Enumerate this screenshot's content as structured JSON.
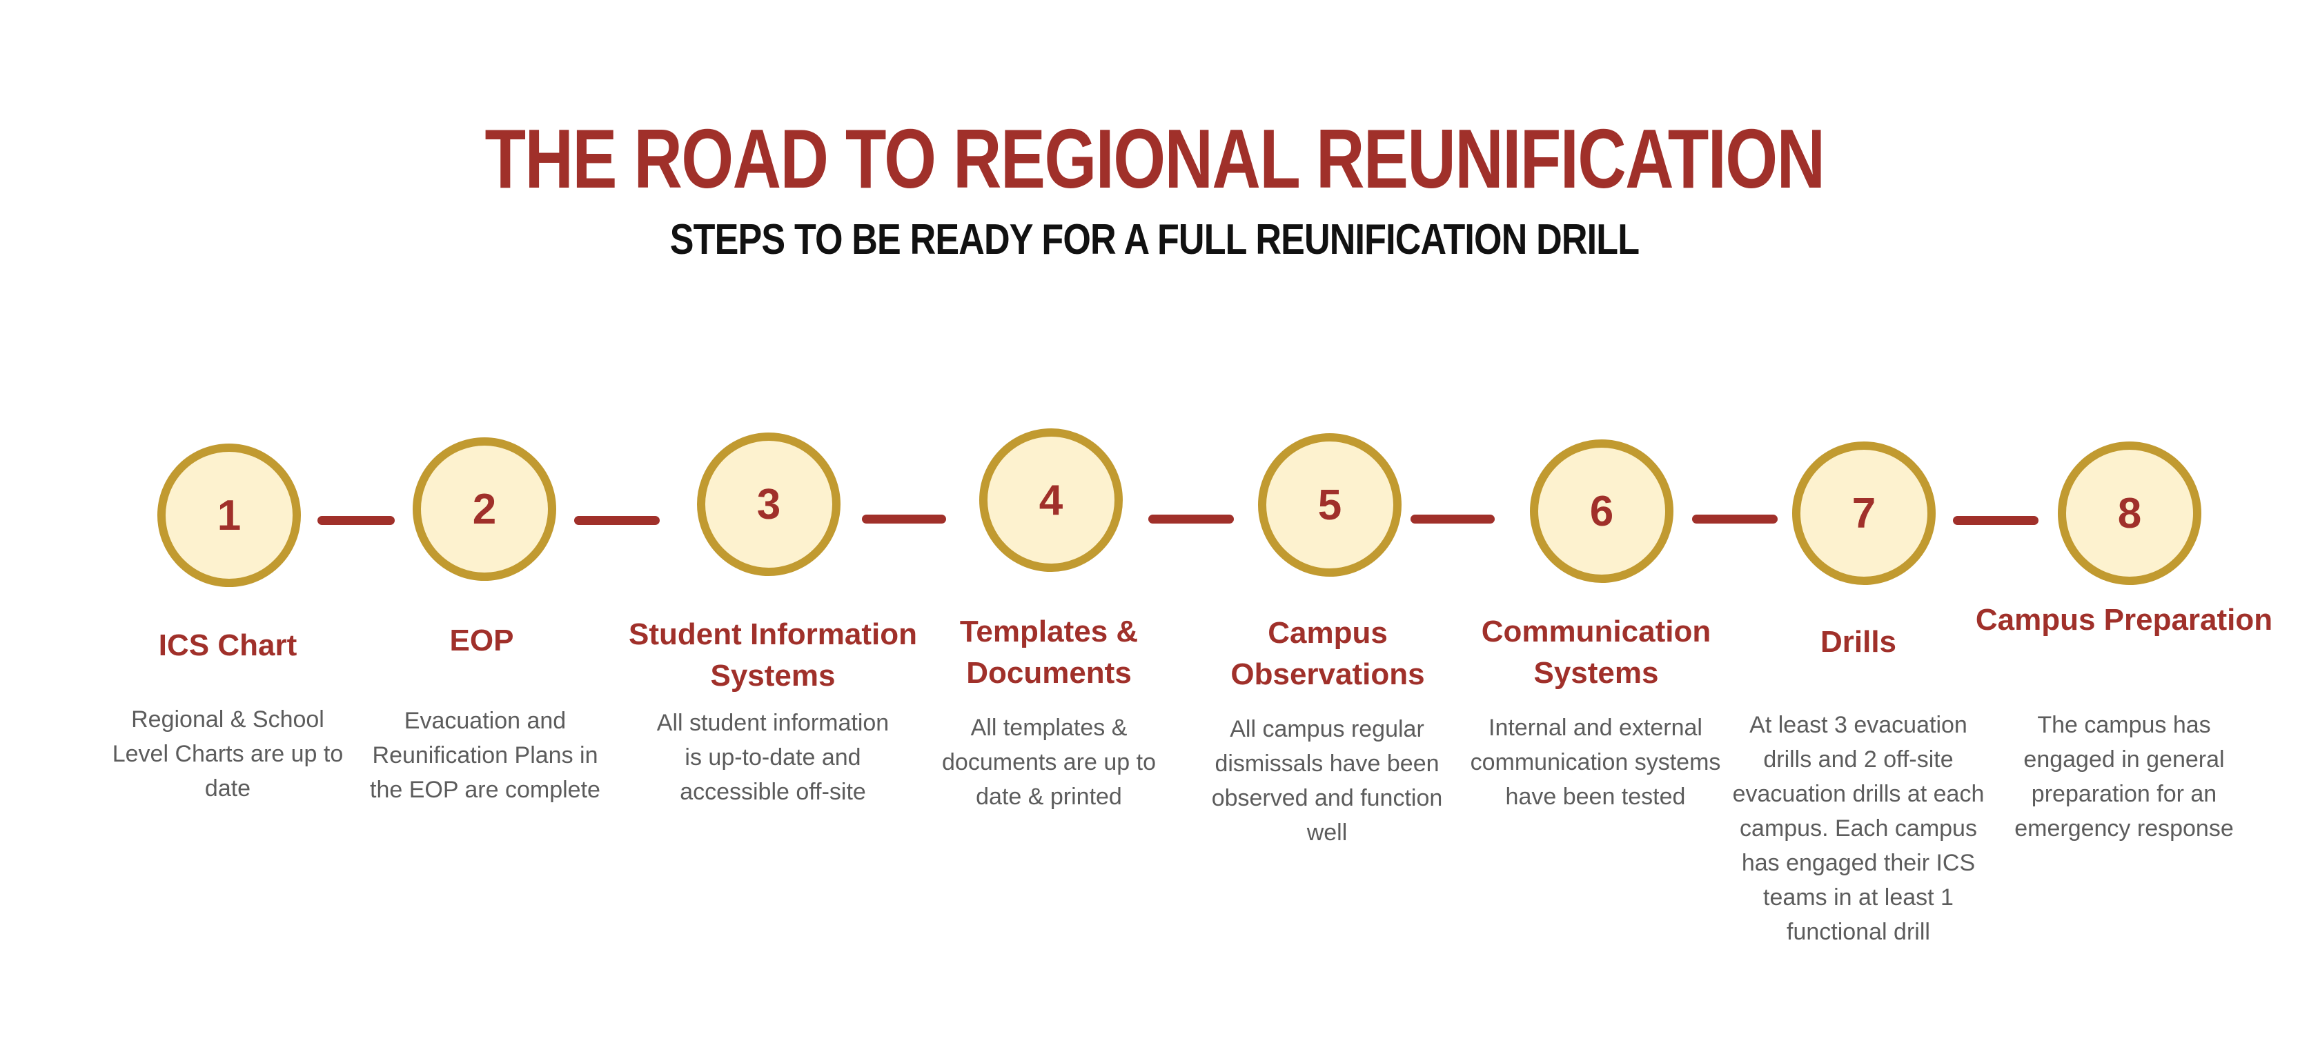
{
  "title": "THE ROAD TO REGIONAL REUNIFICATION",
  "subtitle": "STEPS TO BE READY FOR A FULL REUNIFICATION DRILL",
  "colors": {
    "accent": "#A0302A",
    "circle_fill": "#FDF2CF",
    "circle_ring": "#C19A30",
    "description_text": "#5C5C5C"
  },
  "steps": [
    {
      "number": "1",
      "title": "ICS Chart",
      "description": "Regional & School Level Charts are up to date"
    },
    {
      "number": "2",
      "title": "EOP",
      "description": "Evacuation and Reunification Plans in the EOP are complete"
    },
    {
      "number": "3",
      "title": "Student Information Systems",
      "description": "All student information is up-to-date and accessible off-site"
    },
    {
      "number": "4",
      "title": "Templates & Documents",
      "description": "All templates & documents are up to date & printed"
    },
    {
      "number": "5",
      "title": "Campus Observations",
      "description": "All campus regular dismissals have been observed and function well"
    },
    {
      "number": "6",
      "title": "Communication Systems",
      "description": "Internal and external communication systems have been tested"
    },
    {
      "number": "7",
      "title": "Drills",
      "description": "At least 3 evacuation drills and 2 off-site evacuation drills at each campus. Each campus has engaged their ICS teams in at least 1 functional drill"
    },
    {
      "number": "8",
      "title": "Campus Preparation",
      "description": "The campus has engaged in general preparation for an emergency response"
    }
  ]
}
